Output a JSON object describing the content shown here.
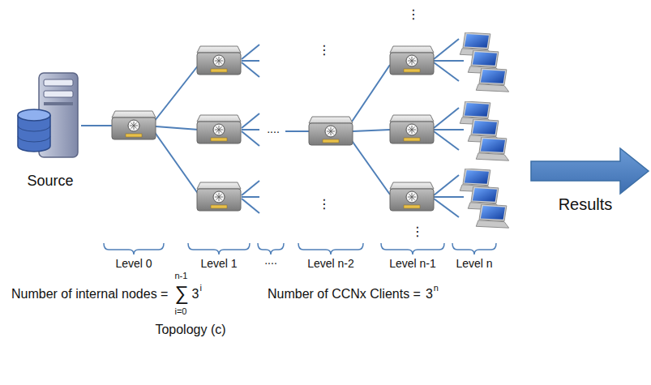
{
  "diagram": {
    "caption": "Topology (c)",
    "nodes": [
      {
        "text": [
          "Source"
        ]
      }
    ],
    "labels": [
      "Results",
      "⋮",
      "⋮",
      "⋮",
      "⋮",
      "....",
      "Level 0",
      "Level 1",
      "....",
      "Level n-2",
      "Level n-1",
      "Level n",
      "Number of internal nodes =",
      "∑",
      "n-1",
      "i=0",
      "3",
      "i",
      "Number of CCNx Clients =",
      "3",
      "n"
    ]
  }
}
